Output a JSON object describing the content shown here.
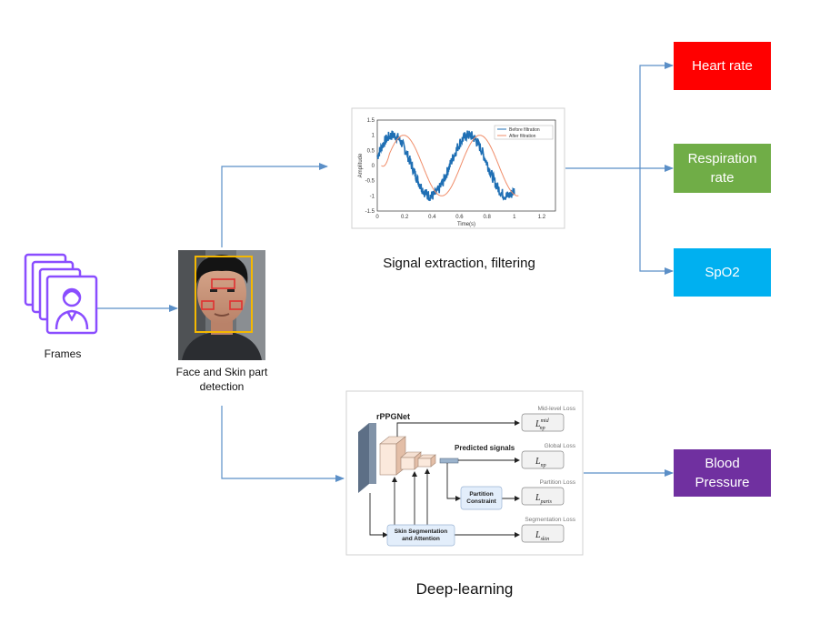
{
  "labels": {
    "frames": "Frames",
    "face_detection": "Face and Skin part detection",
    "signal_extraction": "Signal extraction, filtering",
    "deep_learning": "Deep-learning"
  },
  "outputs": [
    {
      "label": "Heart rate",
      "color": "#ff0000"
    },
    {
      "label": "Respiration rate",
      "color": "#70ad47"
    },
    {
      "label": "SpO2",
      "color": "#00b0f0"
    },
    {
      "label": "Blood Pressure",
      "color": "#7030a0"
    }
  ],
  "signal_plot": {
    "ylabel": "Amplitude",
    "xlabel": "Time(s)",
    "xticks": [
      "0",
      "0.2",
      "0.4",
      "0.6",
      "0.8",
      "1",
      "1.2"
    ],
    "yticks": [
      "1.5",
      "1",
      "0.5",
      "0",
      "-0.5",
      "-1",
      "-1.5"
    ],
    "legend": [
      "Before filtration",
      "After filtration"
    ],
    "colors": {
      "before": "#1f6fb4",
      "after": "#f08c68"
    }
  },
  "network": {
    "title": "rPPGNet",
    "predicted_signals": "Predicted signals",
    "partition_constraint": "Partition Constraint",
    "skin_segmentation": "Skin Segmentation and Attention",
    "losses": [
      {
        "name": "Mid-level Loss",
        "symbol": "L",
        "sub": "np",
        "sup": "mid"
      },
      {
        "name": "Global Loss",
        "symbol": "L",
        "sub": "np",
        "sup": ""
      },
      {
        "name": "Partition Loss",
        "symbol": "L",
        "sub": "parts",
        "sup": ""
      },
      {
        "name": "Segmentation Loss",
        "symbol": "L",
        "sub": "skin",
        "sup": ""
      }
    ]
  },
  "colors": {
    "arrow": "#5b8fc7",
    "frames_icon": "#8a4dff",
    "face_box": "#f5b800",
    "roi_box": "#e03030"
  }
}
